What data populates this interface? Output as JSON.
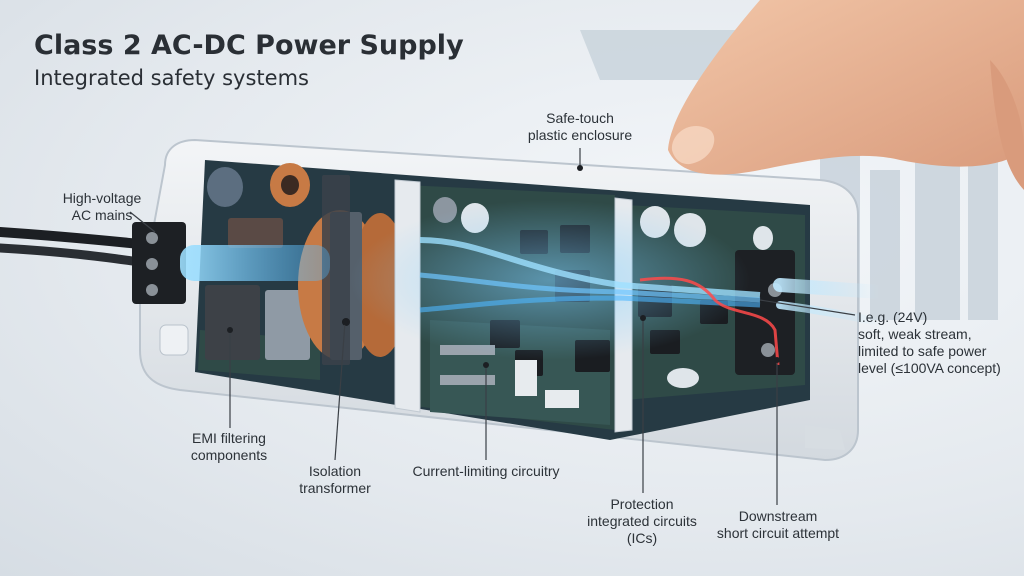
{
  "header": {
    "title": "Class 2 AC-DC Power Supply",
    "subtitle": "Integrated safety systems"
  },
  "labels": {
    "enclosure": "Safe-touch\nplastic enclosure",
    "ac_mains": "High-voltage\nAC mains",
    "output": "I.e.g. (24V)\nsoft, weak stream,\nlimited to safe power\nlevel (≤100VA concept)",
    "emi": "EMI filtering\ncomponents",
    "transformer": "Isolation\ntransformer",
    "current_limiting": "Current-limiting circuitry",
    "protection_ics": "Protection\nintegrated circuits\n(ICs)",
    "short_circuit": "Downstream\nshort circuit attempt"
  },
  "colors": {
    "enclosure": "#e9edf1",
    "pcb": "#2f4a47",
    "energy_blue": "#4fb8ff",
    "short_red": "#ff4a4a",
    "copper": "#c77a45",
    "text": "#2c3238"
  }
}
